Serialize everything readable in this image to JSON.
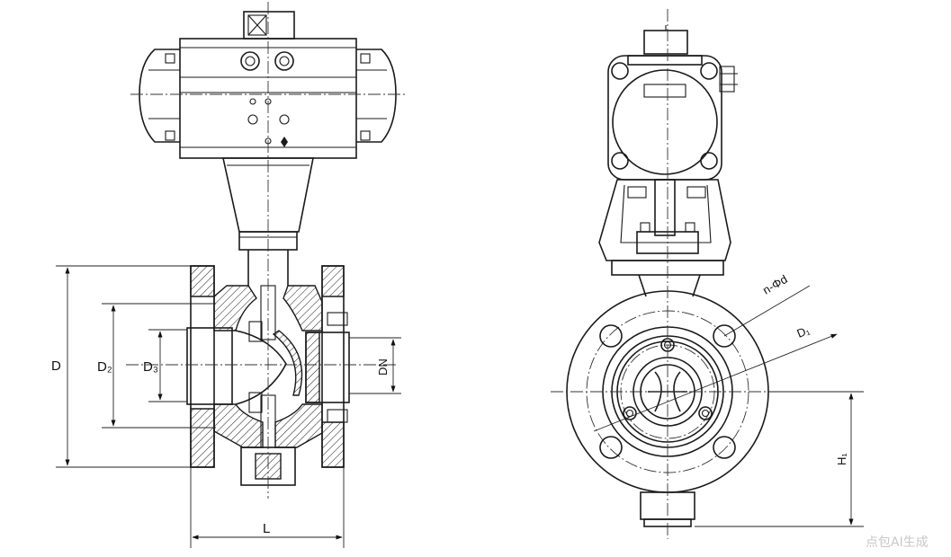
{
  "labels": {
    "D": "D",
    "D2": "D₂",
    "D3": "D₃",
    "DN": "DN",
    "L": "L",
    "n_phi_d": "n-Φd",
    "D1": "D₁",
    "H1": "H₁"
  },
  "watermark": "点包AI生成"
}
